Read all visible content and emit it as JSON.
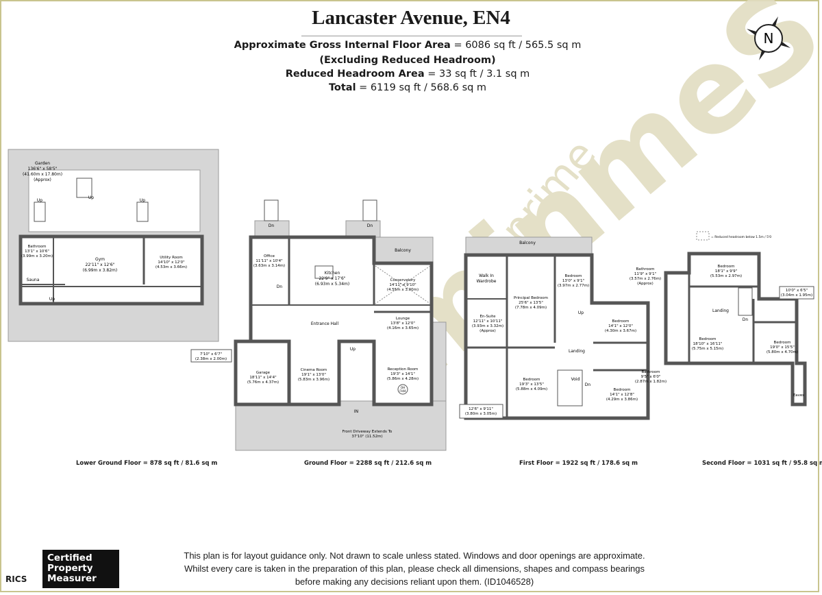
{
  "header": {
    "title": "Lancaster Avenue, EN4",
    "lines": [
      {
        "label": "Approximate Gross Internal Floor Area",
        "value": "= 6086 sq ft / 565.5 sq m"
      },
      {
        "label": "(Excluding Reduced Headroom)",
        "value": ""
      },
      {
        "label": "Reduced Headroom Area",
        "value": "= 33 sq ft / 3.1 sq m"
      },
      {
        "label": "Total",
        "value": "= 6119 sq ft / 568.6 sq m"
      }
    ]
  },
  "compass": {
    "letter": "N",
    "icon": "compass-north-icon"
  },
  "watermark": {
    "brand": "minmeS",
    "sub": "prime"
  },
  "colors": {
    "wall": "#5a5a5a",
    "wallFill": "#f1eee6",
    "paving": "#d4d4d4",
    "watermark": "#dbd6b8",
    "border": "#c9c48e"
  },
  "floors": {
    "lower": {
      "label": "Lower Ground Floor",
      "area": "= 878 sq ft / 81.6 sq m",
      "rooms": {
        "garden": {
          "name": "Garden",
          "dims": "136'6\" x 58'5\"",
          "metric": "(41.60m x 17.80m)",
          "note": "(Approx)"
        },
        "bathroom": {
          "name": "Bathroom",
          "dims": "13'1\" x 10'6\"",
          "metric": "(3.99m x 3.20m)"
        },
        "sauna": {
          "name": "Sauna"
        },
        "gym": {
          "name": "Gym",
          "dims": "22'11\" x 12'6\"",
          "metric": "(6.99m x 3.82m)"
        },
        "utility": {
          "name": "Utility Room",
          "dims": "14'10\" x 12'0\"",
          "metric": "(4.53m x 3.66m)"
        }
      },
      "up": "Up"
    },
    "ground": {
      "label": "Ground Floor",
      "area": "= 2288 sq ft / 212.6 sq m",
      "rooms": {
        "office": {
          "name": "Office",
          "dims": "11'11\" x 10'4\"",
          "metric": "(3.63m x 3.14m)"
        },
        "kitchen": {
          "name": "Kitchen",
          "dims": "22'9\" x 17'6\"",
          "metric": "(6.93m x 5.34m)"
        },
        "balcony": {
          "name": "Balcony"
        },
        "conservatory": {
          "name": "Conservatory",
          "dims": "14'11\" x 9'10\"",
          "metric": "(4.55m x 3.00m)"
        },
        "entrance": {
          "name": "Entrance Hall"
        },
        "lounge": {
          "name": "Lounge",
          "dims": "13'8\" x 12'0\"",
          "metric": "(4.16m x 3.65m)"
        },
        "garage": {
          "name": "Garage",
          "dims": "18'11\" x 14'4\"",
          "metric": "(5.76m x 4.37m)"
        },
        "cinema": {
          "name": "Cinema Room",
          "dims": "19'1\" x 13'0\"",
          "metric": "(5.83m x 3.96m)"
        },
        "reception": {
          "name": "Reception Room",
          "dims": "19'3\" x 14'1\"",
          "metric": "(5.86m x 4.28m)"
        },
        "callout": {
          "dims": "7'10\" x 6'7\"",
          "metric": "(2.38m x 2.00m)"
        },
        "driveway": {
          "name": "Front Driveway Extends To",
          "dims": "37'10\" (11.52m)"
        }
      },
      "in": "IN",
      "dn": "Dn",
      "up": "Up",
      "oh": "OH",
      "mark": "FH/4"
    },
    "first": {
      "label": "First Floor",
      "area": "= 1922 sq ft / 178.6 sq m",
      "rooms": {
        "balcony": {
          "name": "Balcony"
        },
        "walkin": {
          "name": "Walk In",
          "name2": "Wardrobe"
        },
        "principal": {
          "name": "Principal Bedroom",
          "dims": "25'6\" x 13'5\"",
          "metric": "(7.78m x 4.09m)"
        },
        "bed1": {
          "name": "Bedroom",
          "dims": "13'0\" x 9'1\"",
          "metric": "(3.97m x 2.77m)"
        },
        "ensuite": {
          "name": "En-Suite",
          "dims": "12'11\" x 10'11\"",
          "metric": "(3.93m x 3.32m)",
          "note": "(Approx)"
        },
        "bed2": {
          "name": "Bedroom",
          "dims": "14'1\" x 12'0\"",
          "metric": "(4.30m x 3.67m)"
        },
        "landing": {
          "name": "Landing"
        },
        "bed3": {
          "name": "Bedroom",
          "dims": "19'3\" x 13'5\"",
          "metric": "(5.88m x 4.09m)"
        },
        "void": {
          "name": "Void"
        },
        "bed4": {
          "name": "Bedroom",
          "dims": "14'1\" x 12'8\"",
          "metric": "(4.29m x 3.86m)"
        },
        "callout": {
          "dims": "12'6\" x 9'11\"",
          "metric": "(3.80m x 3.05m)"
        },
        "bathroom": {
          "name": "Bathroom",
          "dims": "9'5\" x 6'0\"",
          "metric": "(2.87m x 1.82m)"
        }
      },
      "up": "Up",
      "dn": "Dn"
    },
    "second": {
      "label": "Second Floor",
      "area": "= 1031 sq ft / 95.8 sq m",
      "legend": "= Reduced headroom below 1.5m / 5'0",
      "rooms": {
        "bathroom": {
          "name": "Bathroom",
          "dims": "11'9\" x 9'1\"",
          "metric": "(3.57m x 2.76m)",
          "note": "(Approx)"
        },
        "bed1": {
          "name": "Bedroom",
          "dims": "18'1\" x 9'9\"",
          "metric": "(5.53m x 2.97m)"
        },
        "callout": {
          "dims": "10'0\" x 6'5\"",
          "metric": "(3.04m x 1.95m)"
        },
        "landing": {
          "name": "Landing"
        },
        "bed2": {
          "name": "Bedroom",
          "dims": "18'10\" x 16'11\"",
          "metric": "(5.75m x 5.15m)"
        },
        "bed3": {
          "name": "Bedroom",
          "dims": "19'0\" x 15'5\"",
          "metric": "(5.80m x 4.70m)"
        },
        "eaves": {
          "name": "Eaves"
        }
      },
      "dn": "Dn"
    }
  },
  "disclaimer": "This plan is for layout guidance only. Not drawn to scale unless stated. Windows and door openings are approximate. Whilst every care is taken in the preparation of this plan, please check all dimensions, shapes and compass bearings before making any decisions reliant upon them. (ID1046528)",
  "badge": {
    "rics": "RICS",
    "line1": "Certified",
    "line2": "Property",
    "line3": "Measurer"
  }
}
